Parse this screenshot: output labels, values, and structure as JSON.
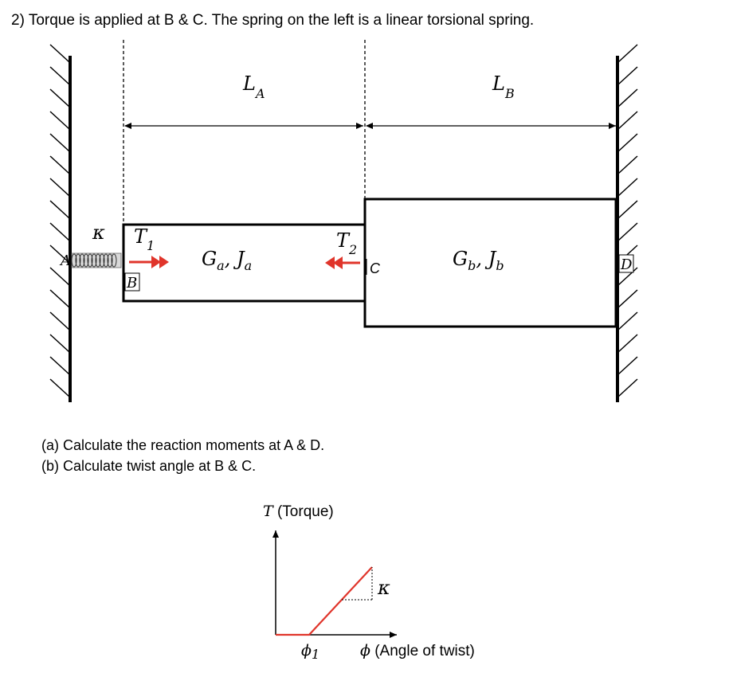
{
  "problem": {
    "statement": "2) Torque is applied at B & C. The spring on the left is a linear torsional spring."
  },
  "diagram": {
    "length_a": {
      "main": "L",
      "sub": "A"
    },
    "length_b": {
      "main": "L",
      "sub": "B"
    },
    "spring_constant": "κ",
    "torque_1": {
      "main": "T",
      "sub": "1"
    },
    "torque_2": {
      "main": "T",
      "sub": "2"
    },
    "shaft_a_props": {
      "g": "G",
      "g_sub": "a",
      "j": "J",
      "j_sub": "a"
    },
    "shaft_b_props": {
      "g": "G",
      "g_sub": "b",
      "j": "J",
      "j_sub": "b"
    },
    "point_a": "A",
    "point_b": "B",
    "point_c": "C",
    "point_d": "D",
    "torque_arrow_color": "#e0352b"
  },
  "questions": [
    "(a)  Calculate the reaction moments at A & D.",
    "(b)  Calculate twist angle at B & C."
  ],
  "graph": {
    "y_axis_symbol": "T",
    "y_axis_text": " (Torque)",
    "x_axis_symbol": "ϕ",
    "x_axis_text": " (Angle of twist)",
    "phi_point": "ϕ",
    "phi_point_sub": "1",
    "slope_label": "κ",
    "line_color": "#e0352b"
  }
}
